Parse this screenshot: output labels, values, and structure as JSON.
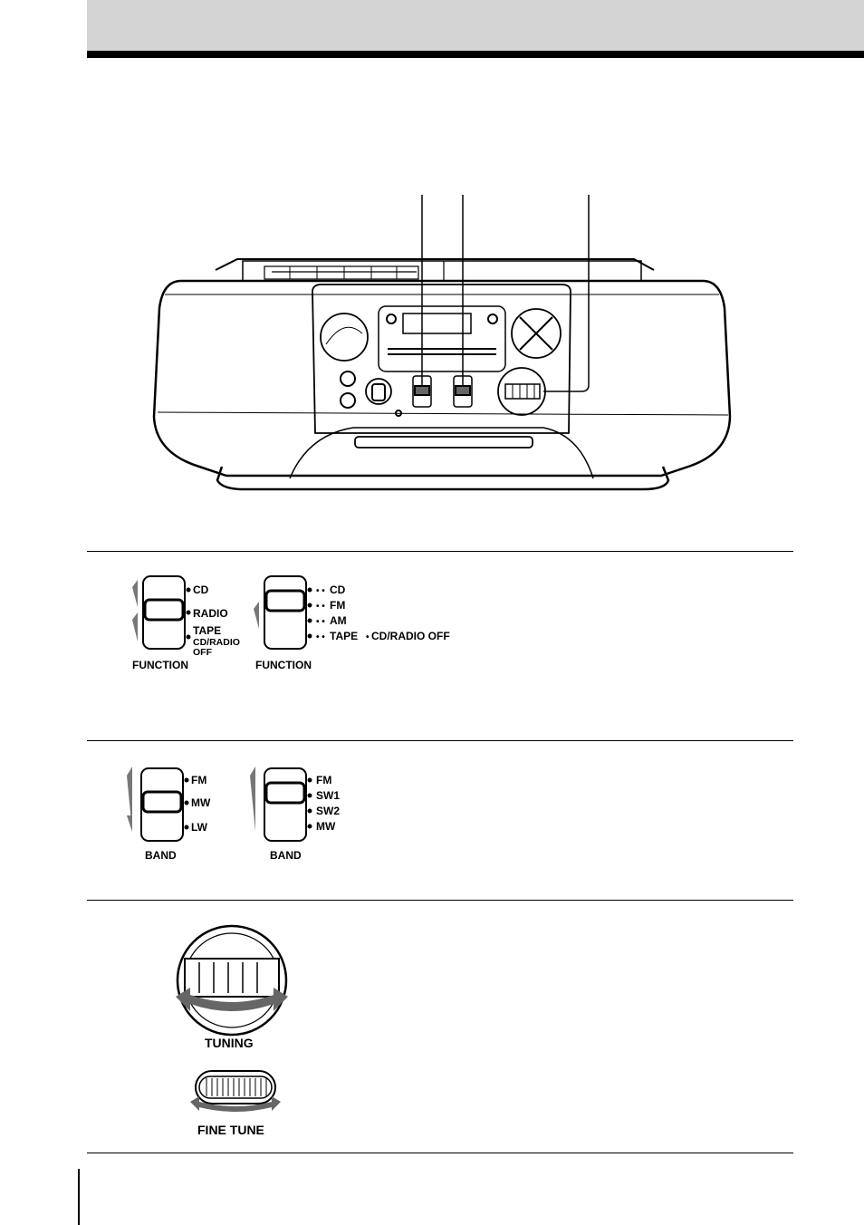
{
  "function_a": {
    "positions": [
      "CD",
      "RADIO",
      "TAPE",
      "CD/RADIO",
      "OFF"
    ],
    "label": "FUNCTION"
  },
  "function_b": {
    "positions": [
      "CD",
      "FM",
      "AM",
      "TAPE"
    ],
    "off_label": "CD/RADIO OFF",
    "label": "FUNCTION"
  },
  "band_a": {
    "positions": [
      "FM",
      "MW",
      "LW"
    ],
    "label": "BAND"
  },
  "band_b": {
    "positions": [
      "FM",
      "SW1",
      "SW2",
      "MW"
    ],
    "label": "BAND"
  },
  "tuning": {
    "label": "TUNING"
  },
  "fine_tune": {
    "label": "FINE TUNE"
  }
}
